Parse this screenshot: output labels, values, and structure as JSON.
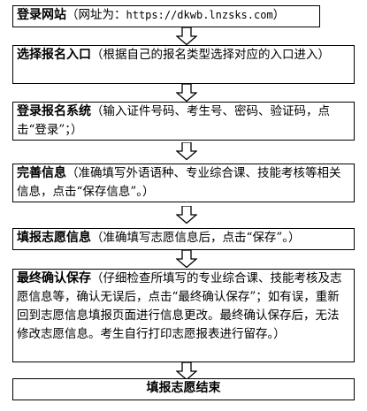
{
  "steps": [
    {
      "title": "登录网站",
      "open": "（网址为：",
      "url": "https://dkwb.lnzsks.com",
      "close": "）"
    },
    {
      "title": "选择报名入口",
      "text": "（根据自己的报名类型选择对应的入口进入）"
    },
    {
      "title": "登录报名系统",
      "text": "（输入证件号码、考生号、密码、验证码，点击“登录”；）"
    },
    {
      "title": "完善信息",
      "text": "（准确填写外语语种、专业综合课、技能考核等相关信息，点击“保存信息”。）"
    },
    {
      "title": "填报志愿信息",
      "text": "（准确填写志愿信息后，点击“保存”。）"
    },
    {
      "title": "最终确认保存",
      "text": "（仔细检查所填写的专业综合课、技能考核及志愿信息等，确认无误后，点击“最终确认保存”；如有误，重新回到志愿信息填报页面进行信息更改。最终确认保存后，无法修改志愿信息。考生自行打印志愿报表进行留存。）"
    },
    {
      "title": "填报志愿结束"
    }
  ]
}
